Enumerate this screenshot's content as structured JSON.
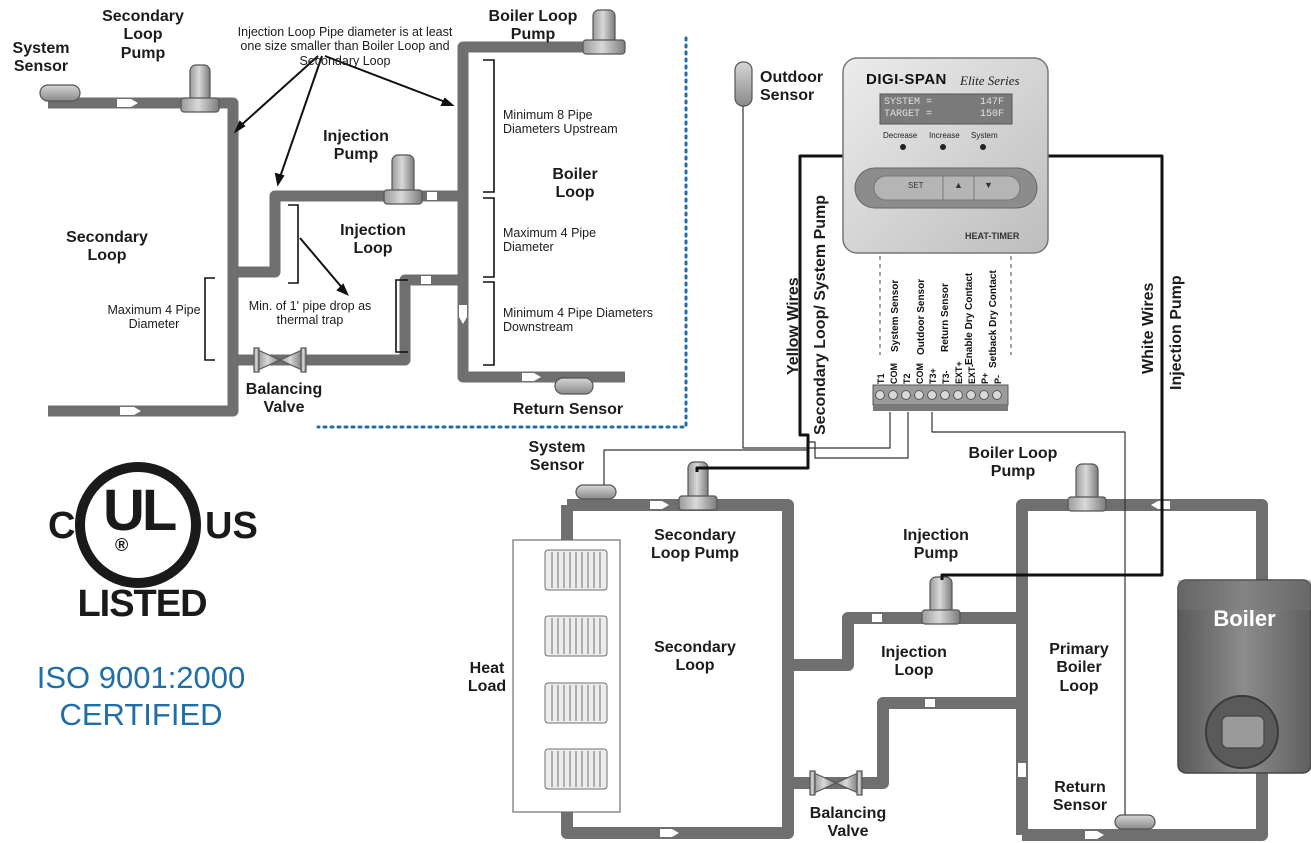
{
  "colors": {
    "pipe": "#6f6f6f",
    "accent_blue": "#1f6ea6",
    "boiler_body": "#6d6d6d",
    "controller_panel": "#d9d9d9"
  },
  "top_diagram": {
    "system_sensor": "System Sensor",
    "secondary_loop_pump": "Secondary Loop Pump",
    "injection_note": "Injection Loop Pipe diameter is at least one size smaller than Boiler Loop and Secondary Loop",
    "boiler_loop_pump": "Boiler Loop Pump",
    "min_8_upstream": "Minimum 8 Pipe Diameters Upstream",
    "injection_pump": "Injection Pump",
    "boiler_loop": "Boiler Loop",
    "injection_loop": "Injection Loop",
    "max_4_pipe_right": "Maximum 4 Pipe Diameter",
    "secondary_loop": "Secondary Loop",
    "max_4_pipe_left": "Maximum 4 Pipe Diameter",
    "thermal_trap": "Min. of 1' pipe drop as thermal trap",
    "min_4_downstream": "Minimum 4 Pipe Diameters Downstream",
    "balancing_valve": "Balancing Valve",
    "return_sensor": "Return Sensor"
  },
  "controller": {
    "brand": "DIGI-SPAN",
    "series": "Elite Series",
    "display_line1_label": "SYSTEM =",
    "display_line1_value": "147F",
    "display_line2_label": "TARGET =",
    "display_line2_value": "150F",
    "led_decrease": "Decrease",
    "led_increase": "Increase",
    "led_system": "System",
    "btn_set": "SET",
    "btn_up": "▲",
    "btn_down": "▼",
    "maker": "HEAT-TIMER",
    "terminals": [
      "T1",
      "COM",
      "T2",
      "COM",
      "T3+",
      "T3-",
      "EXT+",
      "EXT-",
      "P+",
      "P-"
    ],
    "terminal_groups": [
      "System Sensor",
      "Outdoor Sensor",
      "Return Sensor",
      "Enable Dry Contact",
      "Setback Dry Contact"
    ]
  },
  "wiring": {
    "outdoor_sensor": "Outdoor Sensor",
    "yellow_wires": "Yellow Wires",
    "secondary_system_pump": "Secondary Loop/ System Pump",
    "white_wires": "White Wires",
    "injection_pump_wire": "Injection Pump"
  },
  "bottom_diagram": {
    "system_sensor": "System Sensor",
    "boiler_loop_pump": "Boiler Loop Pump",
    "secondary_loop_pump": "Secondary Loop Pump",
    "injection_pump": "Injection Pump",
    "boiler": "Boiler",
    "secondary_loop": "Secondary Loop",
    "injection_loop": "Injection Loop",
    "primary_boiler_loop": "Primary Boiler Loop",
    "heat_load": "Heat Load",
    "return_sensor": "Return Sensor",
    "balancing_valve": "Balancing Valve"
  },
  "certification": {
    "ul_c": "C",
    "ul_ul": "UL",
    "ul_r": "®",
    "ul_us": "US",
    "ul_listed": "LISTED",
    "iso_line1": "ISO 9001:2000",
    "iso_line2": "CERTIFIED"
  }
}
